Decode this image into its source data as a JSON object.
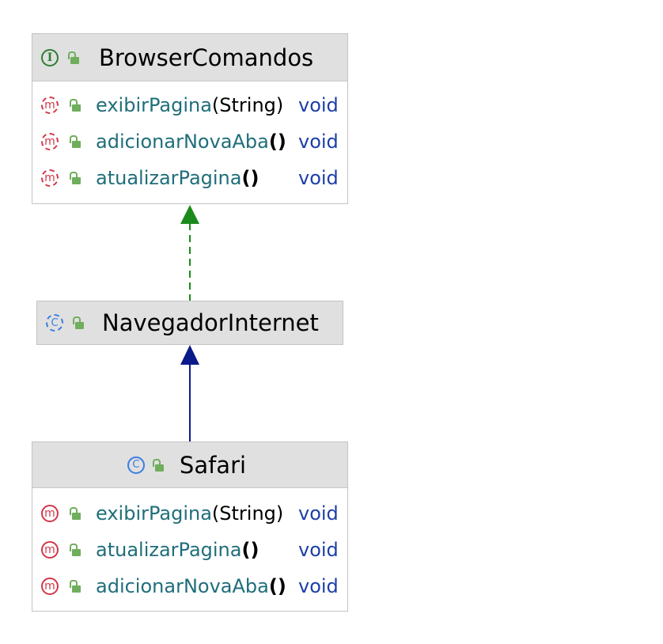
{
  "diagram": {
    "interface": {
      "name": "BrowserComandos",
      "icon": "interface-icon",
      "icon_glyph": "I",
      "methods": [
        {
          "name": "exibirPagina",
          "params": "(String)",
          "return_type": "void"
        },
        {
          "name": "adicionarNovaAba",
          "params": "()",
          "return_type": "void"
        },
        {
          "name": "atualizarPagina",
          "params": "()",
          "return_type": "void"
        }
      ]
    },
    "abstract_class": {
      "name": "NavegadorInternet",
      "icon": "abstract-class-icon",
      "icon_glyph": "C"
    },
    "class": {
      "name": "Safari",
      "icon": "class-icon",
      "icon_glyph": "C",
      "methods": [
        {
          "name": "exibirPagina",
          "params": "(String)",
          "return_type": "void"
        },
        {
          "name": "atualizarPagina",
          "params": "()",
          "return_type": "void"
        },
        {
          "name": "adicionarNovaAba",
          "params": "()",
          "return_type": "void"
        }
      ]
    },
    "method_icon_glyph": "m",
    "colors": {
      "implements_arrow": "#1a8a1a",
      "extends_arrow": "#0a1a8a",
      "method_name": "#1f6e7a",
      "return_type": "#1c3fa8",
      "header_bg": "#e0e0e0"
    }
  }
}
